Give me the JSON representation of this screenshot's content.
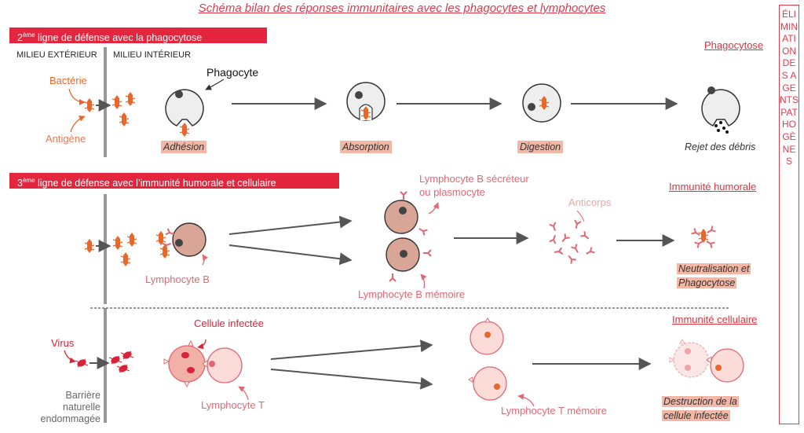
{
  "title": "Schéma bilan des réponses immunitaires avec les phagocytes et lymphocytes",
  "sidebar_text": "ÉLIMINATION DES AGENTS PATHOGÈNES",
  "section1": {
    "banner_pre": "2",
    "banner_sup": "ème",
    "banner_post": " ligne de défense avec la phagocytose",
    "milieu_exterieur": "MILIEU EXTÉRIEUR",
    "milieu_interieur": "MILIEU INTÉRIEUR",
    "bacterie": "Bactérie",
    "antigene": "Antigène",
    "phagocyte": "Phagocyte",
    "steps": [
      "Adhésion",
      "Absorption",
      "Digestion",
      "Rejet des débris"
    ],
    "right_label": "Phagocytose"
  },
  "section2": {
    "banner_pre": "3",
    "banner_sup": "ème",
    "banner_post": " ligne de défense avec l’immunité humorale et cellulaire",
    "lymphocyte_b": "Lymphocyte B",
    "lymphocyte_b_secreteur_1": "Lymphocyte B sécréteur",
    "lymphocyte_b_secreteur_2": "ou plasmocyte",
    "lymphocyte_b_memoire": "Lymphocyte B mémoire",
    "anticorps": "Anticorps",
    "humorale": "Immunité humorale",
    "result_1": "Neutralisation et",
    "result_2": "Phagocytose"
  },
  "section3": {
    "cellulaire": "Immunité cellulaire",
    "virus": "Virus",
    "cellule_infectee": "Cellule infectée",
    "lymphocyte_t": "Lymphocyte T",
    "lymphocyte_t_memoire": "Lymphocyte T mémoire",
    "barriere_1": "Barrière",
    "barriere_2": "naturelle",
    "barriere_3": "endommagée",
    "result_1": "Destruction de la",
    "result_2": "cellule infectée"
  },
  "colors": {
    "red": "#e3263d",
    "orange": "#e8672b",
    "pink": "#e06873",
    "cell_salmon": "#d9a596",
    "cell_gray": "#eeeeee",
    "arrow": "#555555"
  }
}
